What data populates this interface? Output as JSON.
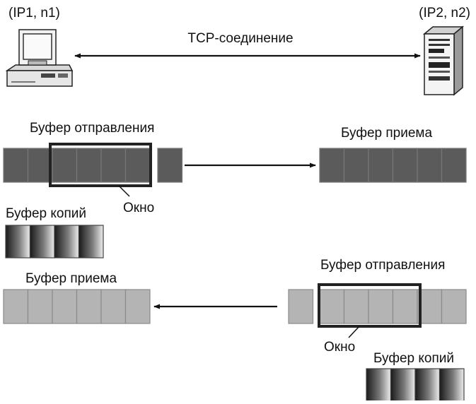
{
  "endpoints": {
    "left_label": "(IP1, n1)",
    "right_label": "(IP2, n2)",
    "connection_label": "TCP-соединение"
  },
  "top_exchange": {
    "send_buffer_label": "Буфер отправления",
    "receive_buffer_label": "Буфер приема",
    "window_label": "Окно",
    "copy_buffer_label": "Буфер копий",
    "send_cells": 6,
    "window_cells": 4,
    "detached_cells": 1,
    "receive_cells": 6,
    "copy_cells": 4
  },
  "bottom_exchange": {
    "receive_buffer_label": "Буфер приема",
    "send_buffer_label": "Буфер отправления",
    "window_label": "Окно",
    "copy_buffer_label": "Буфер копий",
    "receive_cells": 6,
    "detached_cells": 1,
    "send_cells": 6,
    "window_cells": 4,
    "copy_cells": 4
  },
  "colors": {
    "dark_cell": "#5b5b5b",
    "light_cell": "#b4b4b4",
    "window_border": "#222222",
    "line": "#111111"
  }
}
